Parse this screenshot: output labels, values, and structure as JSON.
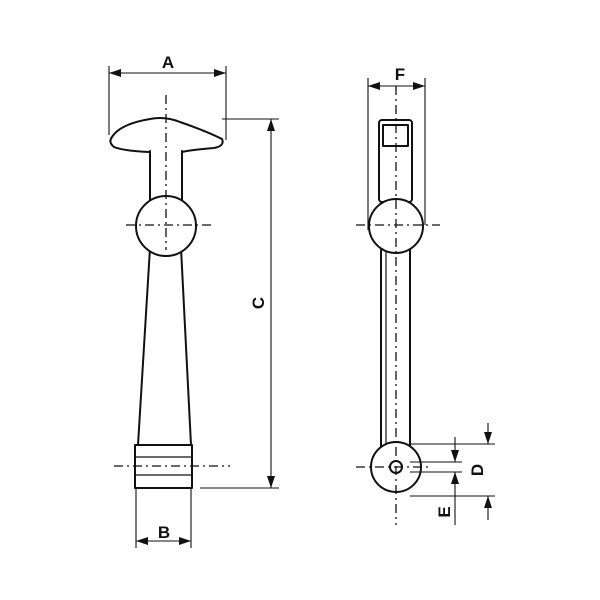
{
  "labels": {
    "A": "A",
    "B": "B",
    "C": "C",
    "D": "D",
    "E": "E",
    "F": "F"
  },
  "colors": {
    "line": "#111111",
    "background": "#ffffff"
  }
}
